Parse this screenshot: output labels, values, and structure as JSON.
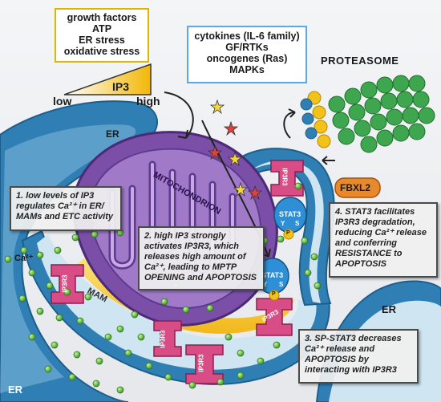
{
  "stimuli": {
    "lines": [
      "growth factors",
      "ATP",
      "ER stress",
      "oxidative stress"
    ],
    "gradient_label": "IP3",
    "low_label": "low",
    "high_label": "high"
  },
  "signals": {
    "lines": [
      "cytokines (IL-6 family)",
      "GF/RTKs",
      "oncogenes (Ras)",
      "MAPKs"
    ]
  },
  "labels": {
    "proteasome": "PROTEASOME",
    "mitochondrion": "MITOCHONDRION",
    "mam": "MAM",
    "er_top": "ER",
    "er_right": "ER",
    "er_bottom": "ER",
    "ca_legend": "Ca²⁺",
    "fbxl2": "FBXL2",
    "ip3r3": "IP3R3",
    "stat3": "STAT3",
    "y": "Y",
    "s": "S",
    "p": "P"
  },
  "notes": {
    "n1": [
      "1. low levels of IP3",
      "regulates Ca²⁺ in ER/",
      "MAMs and ETC activity"
    ],
    "n2": [
      "2. high IP3 strongly",
      "activates IP3R3, which",
      "releases high amount of",
      "Ca²⁺, leading to MPTP",
      "OPENING and APOPTOSIS"
    ],
    "n3": [
      "3. SP-STAT3 decreases",
      "Ca²⁺ release and",
      "APOPTOSIS by",
      "interacting with IP3R3"
    ],
    "n4": [
      "4. STAT3 facilitates",
      "IP3R3 degradation,",
      "reducing Ca²⁺ release",
      "and conferring",
      "RESISTANCE to",
      "APOPTOSIS"
    ]
  },
  "colors": {
    "er": "#2f7fb5",
    "er_light": "#cfe6f2",
    "mito": "#7b4fa8",
    "mito_dark": "#4b2a78",
    "mam": "#f5c51c",
    "ip3r3": "#d94d86",
    "stat3": "#2e8fd6",
    "calcium": "#5cc233",
    "proteasome": "#3fa650",
    "fbxl2": "#e8892b"
  }
}
